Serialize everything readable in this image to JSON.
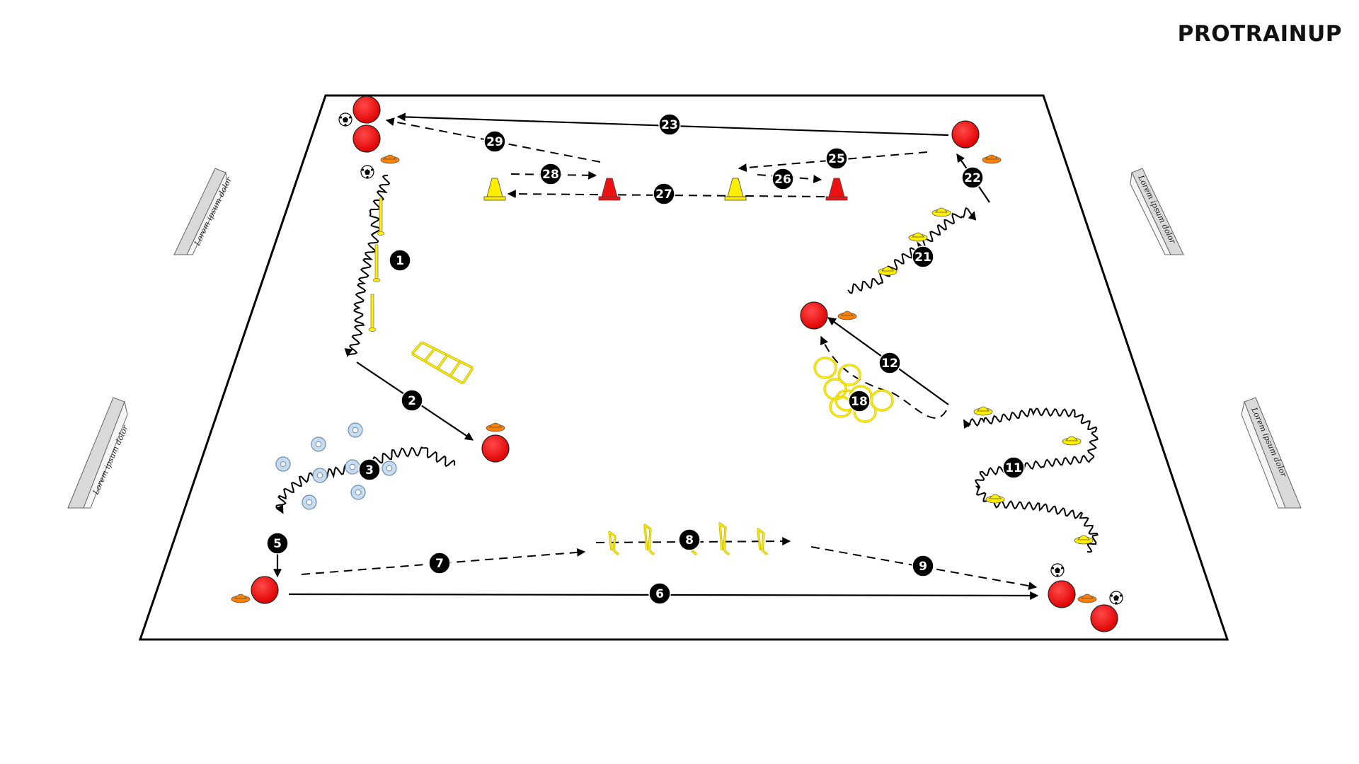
{
  "brand": {
    "logo_text": "PROTRAINUP"
  },
  "banner_text": "Lorem ipsum dolor",
  "step_labels": [
    "1",
    "2",
    "3",
    "5",
    "6",
    "7",
    "8",
    "9",
    "11",
    "12",
    "18",
    "21",
    "22",
    "23",
    "25",
    "26",
    "27",
    "28",
    "29"
  ],
  "colors": {
    "player": "#ff0000",
    "cone_orange": "#ff7f00",
    "cone_yellow": "#ffee00",
    "cone_red": "#ee1111",
    "ring_blue": "#c8dcef",
    "label_bg": "#000000"
  },
  "icons": [
    "soccer-ball-icon",
    "player-icon",
    "marker-cone-icon",
    "tall-cone-icon",
    "pole-icon",
    "ladder-icon",
    "ring-icon",
    "hoop-icon",
    "hurdle-icon",
    "banner-icon"
  ]
}
